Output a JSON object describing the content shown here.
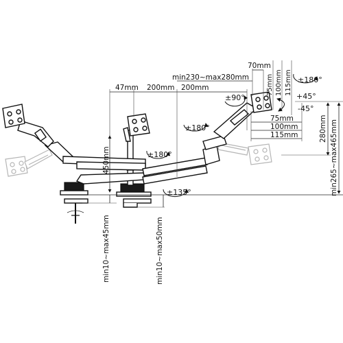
{
  "dimensions": {
    "offset_left": "47mm",
    "spacing_1": "200mm",
    "spacing_2": "200mm",
    "arm_length": "min230~max280mm",
    "vesa_offset": "70mm",
    "vesa_v_75": "75mm",
    "vesa_v_100": "100mm",
    "vesa_v_115": "115mm",
    "vesa_h_75": "75mm",
    "vesa_h_100": "100mm",
    "vesa_h_115": "115mm",
    "pole_height": "450mm",
    "arm_travel": "280mm",
    "height_range": "min265~max465mm",
    "clamp_1": "min10~max45mm",
    "clamp_2": "min10~max50mm"
  },
  "angles": {
    "rotate_180_top": "±180°",
    "rotate_90": "±90°",
    "rotate_180_arm": "±180°",
    "rotate_180_left": "±180°",
    "rotate_135": "±135°",
    "tilt_up": "+45°",
    "tilt_down": "-45°"
  }
}
